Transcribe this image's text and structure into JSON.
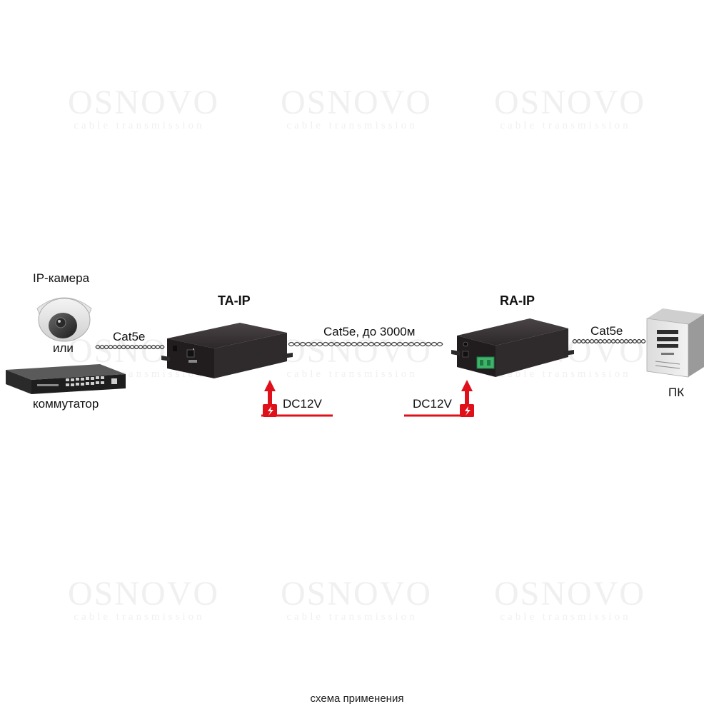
{
  "watermark": {
    "brand": "OSNOVO",
    "tagline": "cable transmission"
  },
  "devices": {
    "camera_label": "IP-камера",
    "or_label": "или",
    "switch_label": "коммутатор",
    "transmitter_label": "TA-IP",
    "receiver_label": "RA-IP",
    "pc_label": "ПК"
  },
  "cables": {
    "left": "Cat5e",
    "middle": "Cat5e, до 3000м",
    "right": "Cat5e"
  },
  "power": {
    "left": "DC12V",
    "right": "DC12V",
    "color": "#e0101a"
  },
  "caption": "схема применения"
}
